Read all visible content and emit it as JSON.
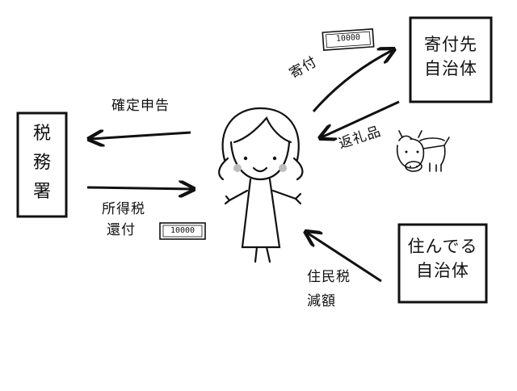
{
  "tax_office": {
    "label_line1": "税",
    "label_line2": "務",
    "label_line3": "署"
  },
  "donation_municipality": {
    "label_line1": "寄付先",
    "label_line2": "自治体"
  },
  "home_municipality": {
    "label_line1": "住んでる",
    "label_line2": "自治体"
  },
  "arrows": {
    "filing": "確定申告",
    "refund_line1": "所得税",
    "refund_line2": "還付",
    "donation": "寄付",
    "return_gift": "返礼品",
    "reduction_line1": "住民税",
    "reduction_line2": "減額"
  },
  "bills": {
    "donation_amount": "10000",
    "refund_amount": "10000"
  },
  "colors": {
    "ink": "#111111",
    "cheek": "#bdbdbd",
    "background": "#ffffff"
  }
}
